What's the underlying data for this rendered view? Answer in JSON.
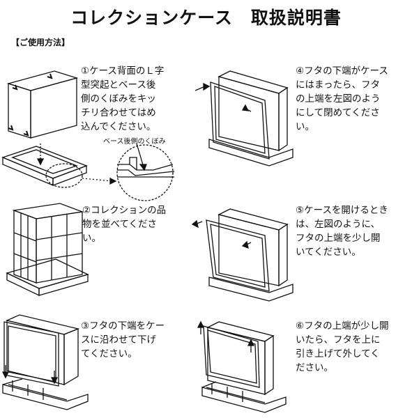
{
  "document": {
    "title": "コレクションケース　取扱説明書",
    "subtitle": "【ご使用方法】",
    "callout": "ベース後側のくぼみ",
    "steps": [
      {
        "id": "1",
        "text": "①ケース背面のＬ字\n型突起とベース後\n側のくぼみをキッ\nチリ合わせてはめ\n込んでください。"
      },
      {
        "id": "2",
        "text": "②コレクションの品\n物を並べてくださ\nい。"
      },
      {
        "id": "3",
        "text": "③フタの下端をケー\nスに沿わせて下げ\nてください。"
      },
      {
        "id": "4",
        "text": "④フタの下端がケース\nにはまったら、フタ\nの上端を左図のよう\nにして閉めてくださ\nい。"
      },
      {
        "id": "5",
        "text": "⑤ケースを開けるとき\nは、左図のように、\nフタの上端を少し開\nいてください。"
      },
      {
        "id": "6",
        "text": "⑥フタの上端が少し開\nいたら、フタを上に\n引き上げて外してく\nださい。"
      }
    ]
  }
}
